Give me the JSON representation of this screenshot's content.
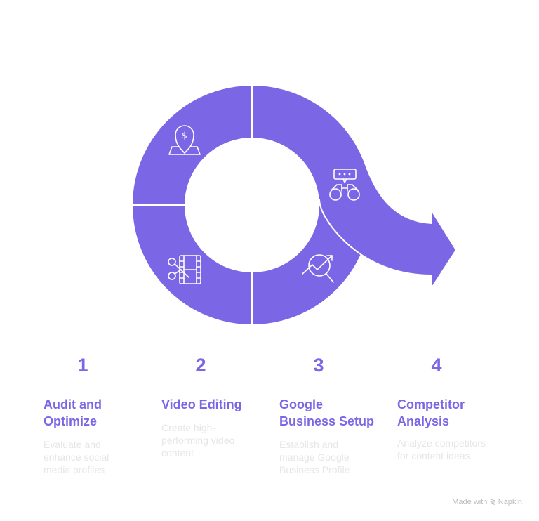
{
  "colors": {
    "accent": "#7B67E6",
    "desc": "#E6E6E6"
  },
  "steps": [
    {
      "number": "1",
      "title_line1": "Audit and",
      "title_line2": "Optimize",
      "description": "Evaluate and enhance social media profiles",
      "icon": "map-pin-dollar-icon"
    },
    {
      "number": "2",
      "title_line1": "Video Editing",
      "title_line2": "",
      "description": "Create high-performing video content",
      "icon": "video-editing-icon"
    },
    {
      "number": "3",
      "title_line1": "Google",
      "title_line2": "Business Setup",
      "description": "Establish and manage Google Business Profile",
      "icon": "search-growth-icon"
    },
    {
      "number": "4",
      "title_line1": "Competitor",
      "title_line2": "Analysis",
      "description": "Analyze competitors for content ideas",
      "icon": "binoculars-chat-icon"
    }
  ],
  "footer": {
    "made_with": "Made with",
    "brand": "Napkin"
  }
}
